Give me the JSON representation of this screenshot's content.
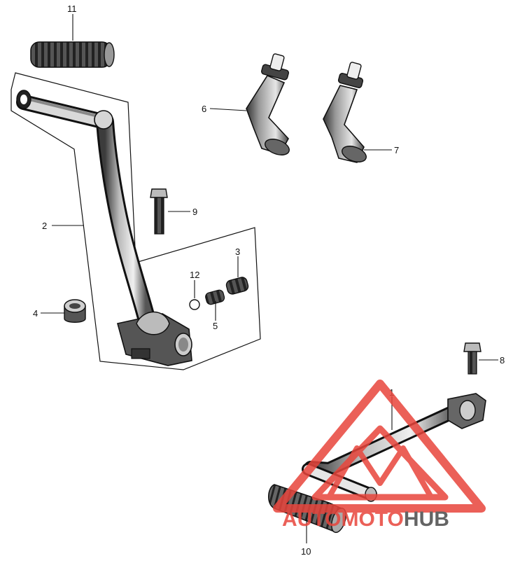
{
  "diagram": {
    "callouts": [
      {
        "id": "c1",
        "label": "1"
      },
      {
        "id": "c2",
        "label": "2"
      },
      {
        "id": "c3",
        "label": "3"
      },
      {
        "id": "c4",
        "label": "4"
      },
      {
        "id": "c5",
        "label": "5"
      },
      {
        "id": "c6",
        "label": "6"
      },
      {
        "id": "c7",
        "label": "7"
      },
      {
        "id": "c8",
        "label": "8"
      },
      {
        "id": "c9",
        "label": "9"
      },
      {
        "id": "c10",
        "label": "10"
      },
      {
        "id": "c11",
        "label": "11"
      },
      {
        "id": "c12",
        "label": "12"
      }
    ]
  },
  "watermark": {
    "text_part1": "AUTOMOTO",
    "text_part2": "HUB",
    "color_primary": "#e8453c",
    "color_secondary": "#f3b4ae",
    "color_text2": "#4a4a4a"
  }
}
